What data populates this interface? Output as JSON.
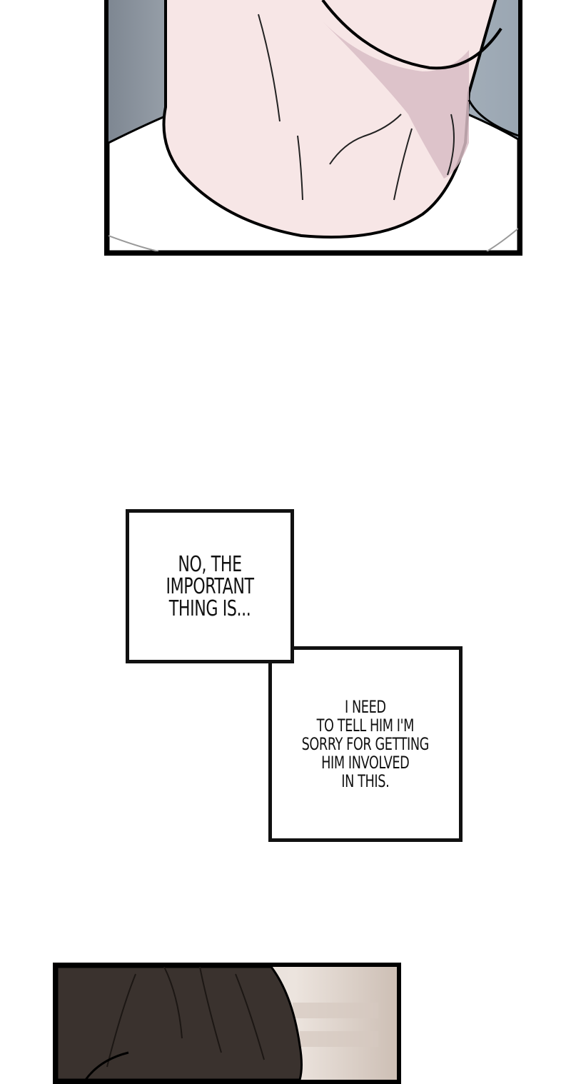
{
  "captions": [
    {
      "text": "NO, THE\nIMPORTANT\nTHING IS..."
    },
    {
      "text": "I NEED\nTO TELL HIM I'M\nSORRY FOR GETTING\nHIM INVOLVED\nIN THIS."
    }
  ],
  "colors": {
    "panel_border": "#000000",
    "skin": "#f7e6e6",
    "skin_shadow": "#d8bcc4",
    "shirt": "#ffffff",
    "top_background": "#a9b3bd",
    "hair": "#3a322e",
    "bottom_background": "#e6dcd6"
  },
  "panels": [
    {
      "name": "neck-closeup",
      "subject": "neck and collar of white shirt"
    },
    {
      "name": "hair-closeup",
      "subject": "top of a dark-haired head"
    }
  ]
}
